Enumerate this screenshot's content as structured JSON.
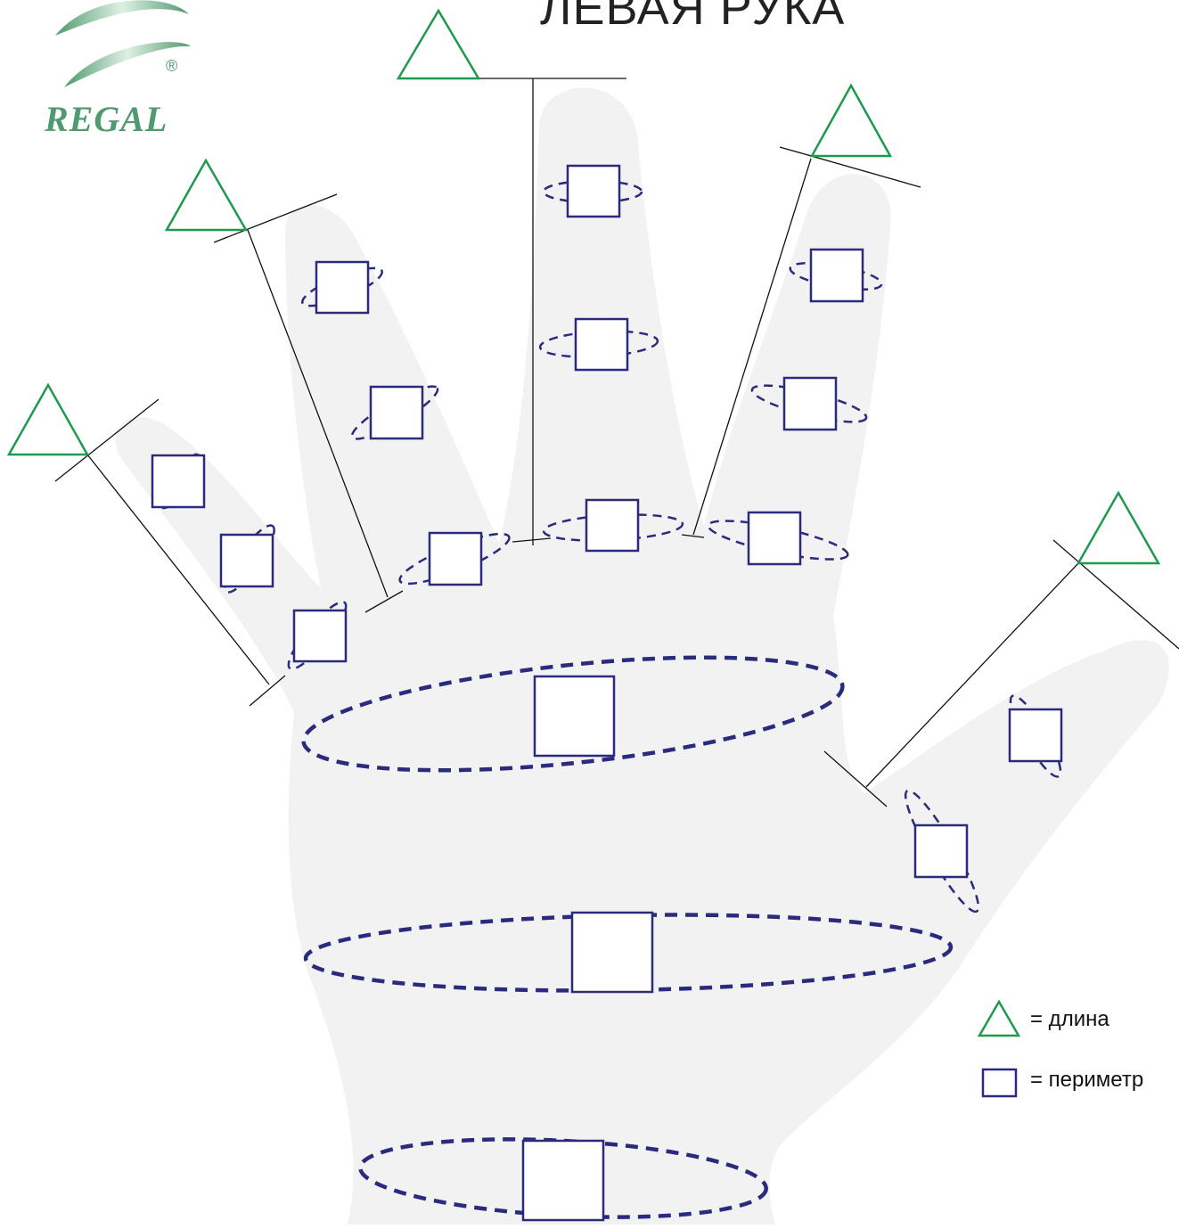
{
  "title": "ЛЕВАЯ РУКА",
  "brand": {
    "name": "REGAL",
    "registered_mark": "®"
  },
  "legend": {
    "length_label": "= длина",
    "perimeter_label": "= периметр"
  },
  "colors": {
    "hand_fill": "#f2f2f2",
    "length_marker": "#1e9a4e",
    "perimeter_marker": "#2b2b7e",
    "brand": "#4f9a6e"
  },
  "icons": {
    "length_marker": "triangle-outline",
    "perimeter_marker": "square-outline",
    "logo": "green-swirl-logo"
  }
}
